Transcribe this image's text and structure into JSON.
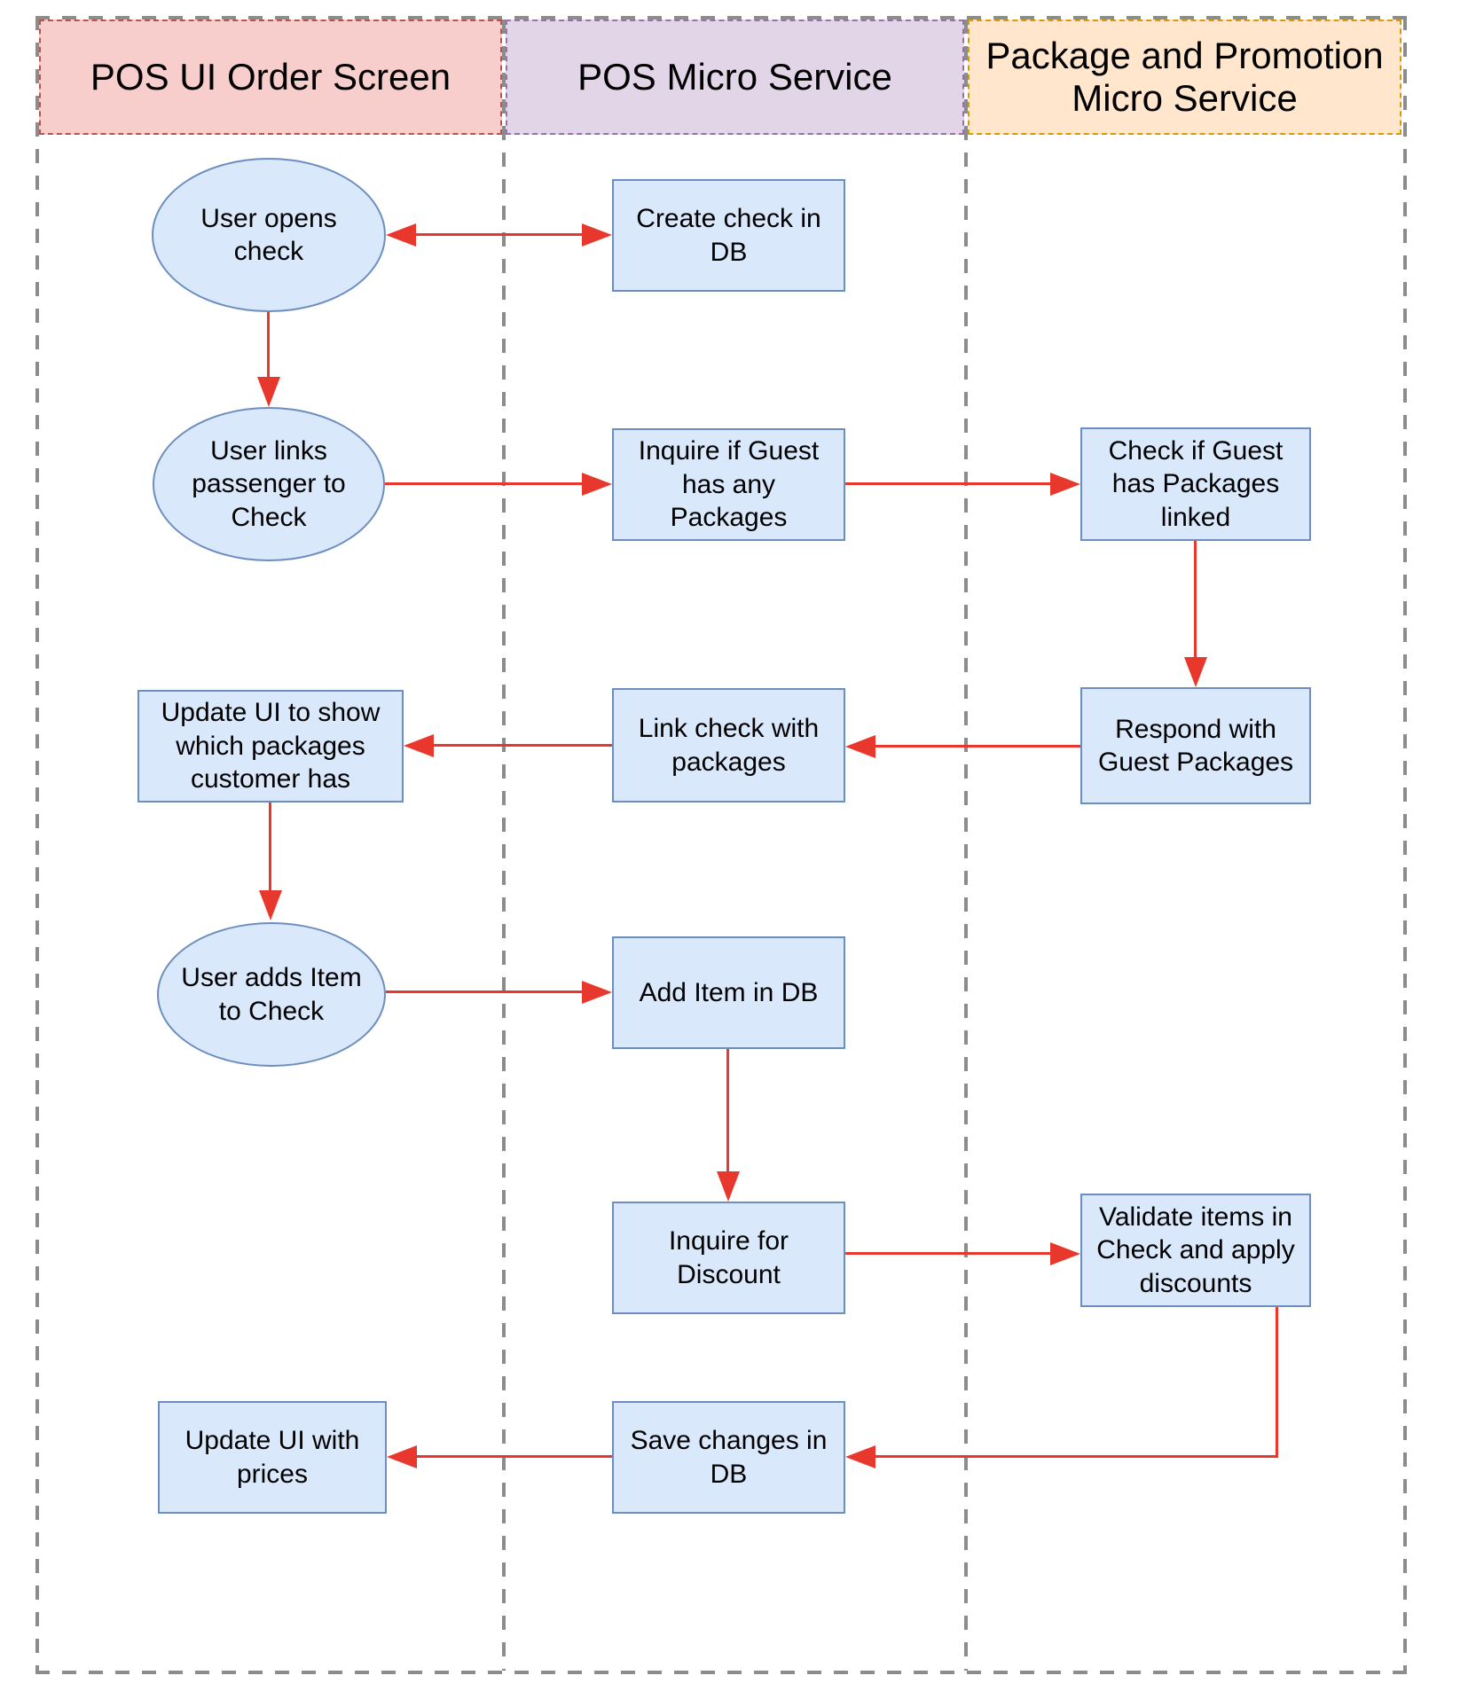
{
  "diagram": {
    "colors": {
      "node_fill": "#dae8fc",
      "node_border": "#6c8ebf",
      "arrow": "#e8382d",
      "pool_border": "#8c8c8c",
      "lane1_fill": "#f8cecc",
      "lane1_border": "#b85450",
      "lane2_fill": "#e1d5e7",
      "lane2_border": "#9673a6",
      "lane3_fill": "#ffe6cc",
      "lane3_border": "#d79b00"
    },
    "lanes": [
      {
        "title": "POS UI Order Screen"
      },
      {
        "title": "POS Micro Service"
      },
      {
        "title": "Package and Promotion\nMicro Service"
      }
    ],
    "nodes": [
      {
        "id": "user-opens-check",
        "lane": "POS UI Order Screen",
        "shape": "ellipse",
        "label": "User opens\ncheck"
      },
      {
        "id": "create-check-in-db",
        "lane": "POS Micro Service",
        "shape": "rectangle",
        "label": "Create check in\nDB"
      },
      {
        "id": "user-links-passenger-to-check",
        "lane": "POS UI Order Screen",
        "shape": "ellipse",
        "label": "User links\npassenger to\nCheck"
      },
      {
        "id": "inquire-if-guest-has-any-packages",
        "lane": "POS Micro Service",
        "shape": "rectangle",
        "label": "Inquire if Guest\nhas any\nPackages"
      },
      {
        "id": "check-if-guest-has-packages-linked",
        "lane": "Package and Promotion Micro Service",
        "shape": "rectangle",
        "label": "Check if Guest\nhas Packages\nlinked"
      },
      {
        "id": "respond-with-guest-packages",
        "lane": "Package and Promotion Micro Service",
        "shape": "rectangle",
        "label": "Respond with\nGuest Packages"
      },
      {
        "id": "link-check-with-packages",
        "lane": "POS Micro Service",
        "shape": "rectangle",
        "label": "Link check with\npackages"
      },
      {
        "id": "update-ui-to-show-packages",
        "lane": "POS UI Order Screen",
        "shape": "rectangle",
        "label": "Update UI to show\nwhich packages\ncustomer has"
      },
      {
        "id": "user-adds-item-to-check",
        "lane": "POS UI Order Screen",
        "shape": "ellipse",
        "label": "User adds Item\nto Check"
      },
      {
        "id": "add-item-in-db",
        "lane": "POS Micro Service",
        "shape": "rectangle",
        "label": "Add Item in DB"
      },
      {
        "id": "inquire-for-discount",
        "lane": "POS Micro Service",
        "shape": "rectangle",
        "label": "Inquire for\nDiscount"
      },
      {
        "id": "validate-items-apply-discounts",
        "lane": "Package and Promotion Micro Service",
        "shape": "rectangle",
        "label": "Validate items in\nCheck and apply\ndiscounts"
      },
      {
        "id": "save-changes-in-db",
        "lane": "POS Micro Service",
        "shape": "rectangle",
        "label": "Save changes in\nDB"
      },
      {
        "id": "update-ui-with-prices",
        "lane": "POS UI Order Screen",
        "shape": "rectangle",
        "label": "Update UI with\nprices"
      }
    ],
    "edges": [
      {
        "from": "user-opens-check",
        "to": "create-check-in-db",
        "style": "bidirectional"
      },
      {
        "from": "user-opens-check",
        "to": "user-links-passenger-to-check",
        "style": "arrow"
      },
      {
        "from": "user-links-passenger-to-check",
        "to": "inquire-if-guest-has-any-packages",
        "style": "arrow"
      },
      {
        "from": "inquire-if-guest-has-any-packages",
        "to": "check-if-guest-has-packages-linked",
        "style": "arrow"
      },
      {
        "from": "check-if-guest-has-packages-linked",
        "to": "respond-with-guest-packages",
        "style": "arrow"
      },
      {
        "from": "respond-with-guest-packages",
        "to": "link-check-with-packages",
        "style": "arrow"
      },
      {
        "from": "link-check-with-packages",
        "to": "update-ui-to-show-packages",
        "style": "arrow"
      },
      {
        "from": "update-ui-to-show-packages",
        "to": "user-adds-item-to-check",
        "style": "arrow"
      },
      {
        "from": "user-adds-item-to-check",
        "to": "add-item-in-db",
        "style": "arrow"
      },
      {
        "from": "add-item-in-db",
        "to": "inquire-for-discount",
        "style": "arrow"
      },
      {
        "from": "inquire-for-discount",
        "to": "validate-items-apply-discounts",
        "style": "arrow"
      },
      {
        "from": "validate-items-apply-discounts",
        "to": "save-changes-in-db",
        "style": "elbow-arrow"
      },
      {
        "from": "save-changes-in-db",
        "to": "update-ui-with-prices",
        "style": "arrow"
      }
    ]
  }
}
